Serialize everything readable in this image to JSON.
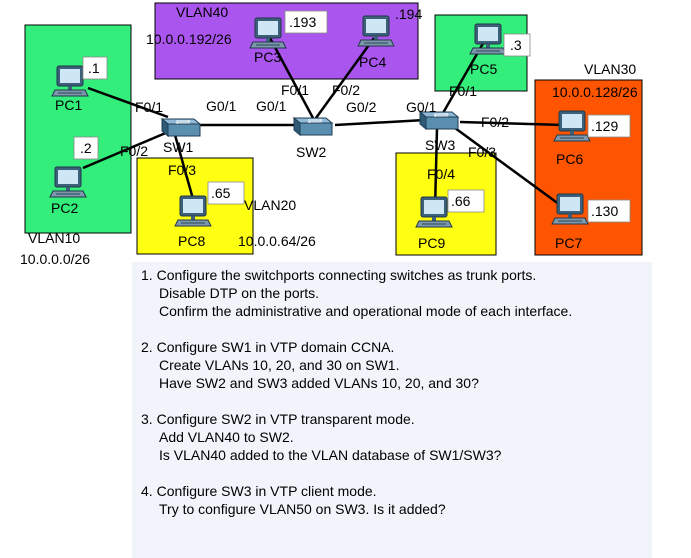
{
  "vlans": {
    "vlan10": {
      "name": "VLAN10",
      "subnet": "10.0.0.0/26"
    },
    "vlan20": {
      "name": "VLAN20",
      "subnet": "10.0.0.64/26"
    },
    "vlan30": {
      "name": "VLAN30",
      "subnet": "10.0.0.128/26"
    },
    "vlan40": {
      "name": "VLAN40",
      "subnet": "10.0.0.192/26"
    }
  },
  "hosts": {
    "pc1": {
      "name": "PC1",
      "ip": ".1"
    },
    "pc2": {
      "name": "PC2",
      "ip": ".2"
    },
    "pc3": {
      "name": "PC3",
      "ip": ".193"
    },
    "pc4": {
      "name": "PC4",
      "ip": ".194"
    },
    "pc5": {
      "name": "PC5",
      "ip": ".3"
    },
    "pc6": {
      "name": "PC6",
      "ip": ".129"
    },
    "pc7": {
      "name": "PC7",
      "ip": ".130"
    },
    "pc8": {
      "name": "PC8",
      "ip": ".65"
    },
    "pc9": {
      "name": "PC9",
      "ip": ".66"
    }
  },
  "switches": {
    "sw1": {
      "name": "SW1"
    },
    "sw2": {
      "name": "SW2"
    },
    "sw3": {
      "name": "SW3"
    }
  },
  "ports": {
    "sw1_f01": "F0/1",
    "sw1_f02": "F0/2",
    "sw1_f03": "F0/3",
    "sw1_g01": "G0/1",
    "sw2_g01": "G0/1",
    "sw2_g02": "G0/2",
    "sw2_f01": "F0/1",
    "sw2_f02": "F0/2",
    "sw3_g01": "G0/1",
    "sw3_f01": "F0/1",
    "sw3_f02": "F0/2",
    "sw3_f03": "F0/3",
    "sw3_f04": "F0/4"
  },
  "colors": {
    "vlan10_fill": "#33ee7a",
    "vlan20_fill": "#ffff11",
    "vlan30_fill": "#ff5500",
    "vlan40_fill": "#aa55ee",
    "pc5_fill": "#33ee7a",
    "tasks_bg": "#f1f4fa",
    "switch_fill": "#5a8fb0"
  },
  "tasks": [
    {
      "number": "1.",
      "lines": [
        "Configure the switchports connecting switches as trunk ports.",
        "Disable DTP on the ports.",
        "Confirm the administrative and operational mode of each interface."
      ]
    },
    {
      "number": "2.",
      "lines": [
        "Configure SW1 in VTP domain CCNA.",
        "Create VLANs 10, 20, and 30 on SW1.",
        "Have SW2 and SW3 added VLANs 10, 20, and 30?"
      ]
    },
    {
      "number": "3.",
      "lines": [
        "Configure SW2 in VTP transparent mode.",
        "Add VLAN40 to SW2.",
        "Is VLAN40 added to the VLAN database of SW1/SW3?"
      ]
    },
    {
      "number": "4.",
      "lines": [
        "Configure SW3 in VTP client mode.",
        "Try to configure VLAN50 on SW3.  Is it added?"
      ]
    }
  ]
}
